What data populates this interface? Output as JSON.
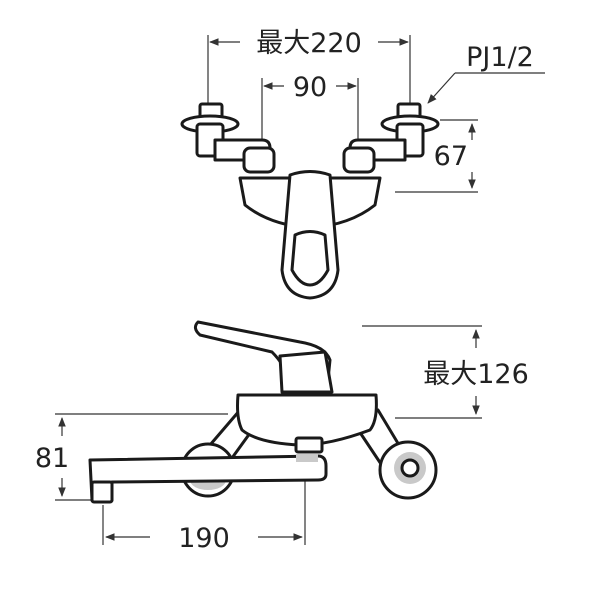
{
  "diagram": {
    "dimensions": {
      "max_width": "最大220",
      "inner_spacing": "90",
      "thread": "PJ1/2",
      "inlet_height": "67",
      "max_height": "最大126",
      "spout_height": "81",
      "spout_reach": "190"
    }
  }
}
